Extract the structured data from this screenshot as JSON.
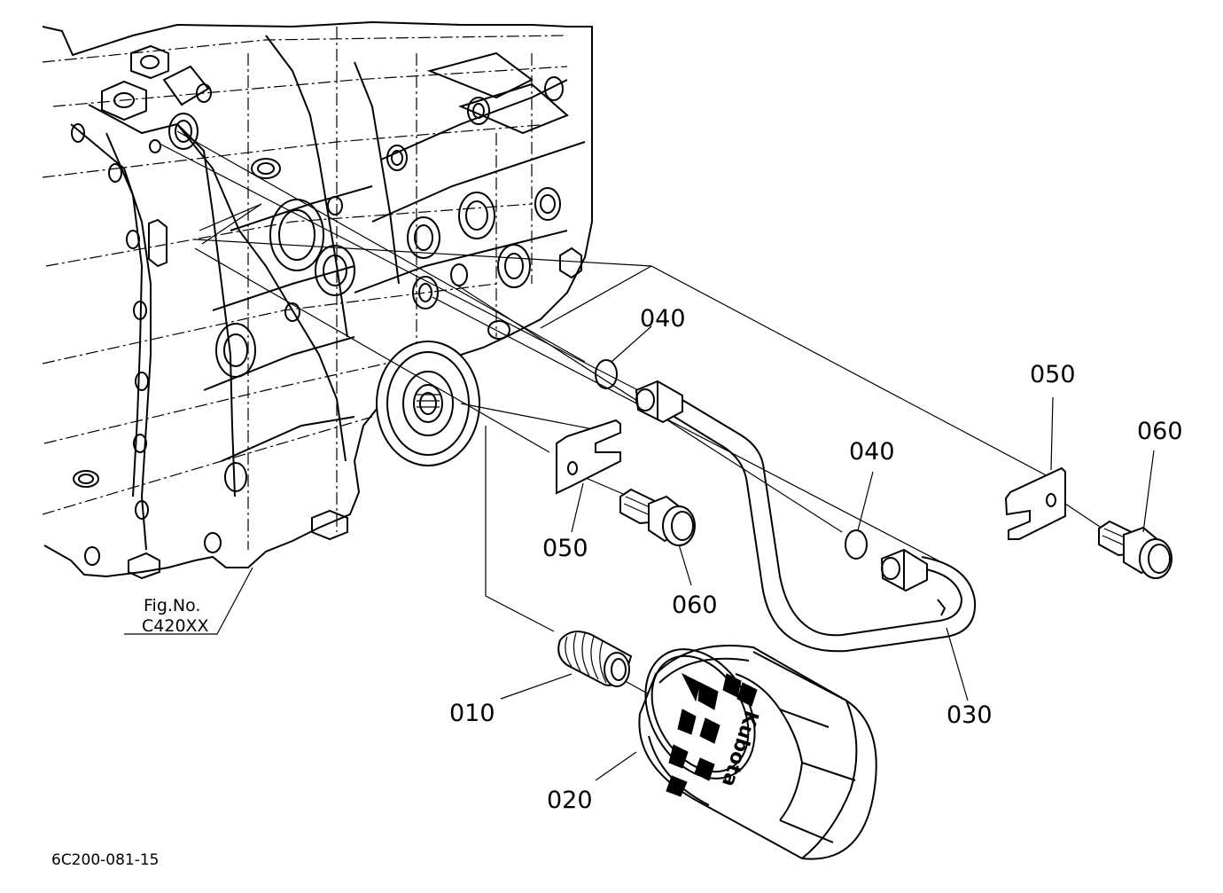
{
  "callouts": {
    "p010": "010",
    "p020": "020",
    "p030": "030",
    "p040a": "040",
    "p040b": "040",
    "p050a": "050",
    "p050b": "050",
    "p060a": "060",
    "p060b": "060"
  },
  "figure_ref": {
    "line1": "Fig.No.",
    "line2": "C420XX"
  },
  "drawing_code": "6C200-081-15",
  "filter_brand": "Kubota"
}
